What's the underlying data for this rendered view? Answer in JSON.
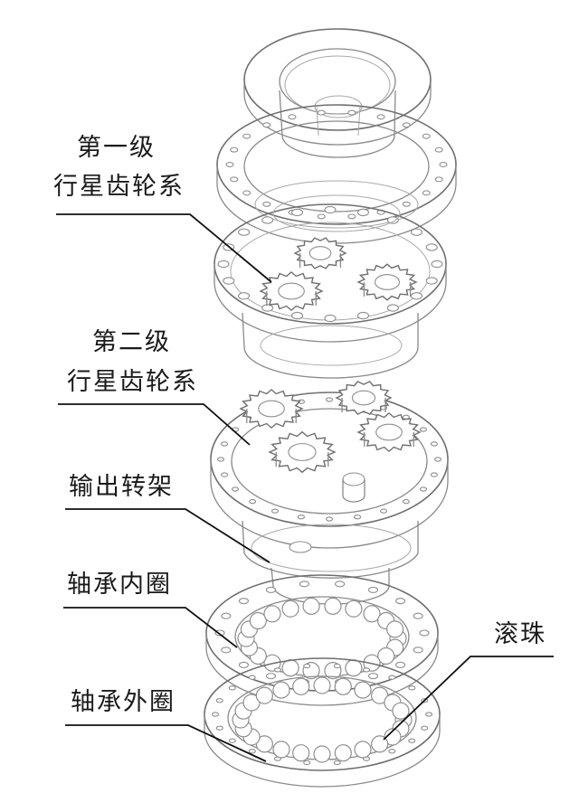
{
  "labels": {
    "stage1_line1": "第一级",
    "stage1_line2": "行星齿轮系",
    "stage2_line1": "第二级",
    "stage2_line2": "行星齿轮系",
    "output_carrier": "输出转架",
    "bearing_inner": "轴承内圈",
    "balls": "滚珠",
    "bearing_outer": "轴承外圈"
  },
  "colors": {
    "line_art": "#8a8a8a",
    "leader": "#111111",
    "text": "#1a1a1a",
    "background": "#ffffff"
  }
}
